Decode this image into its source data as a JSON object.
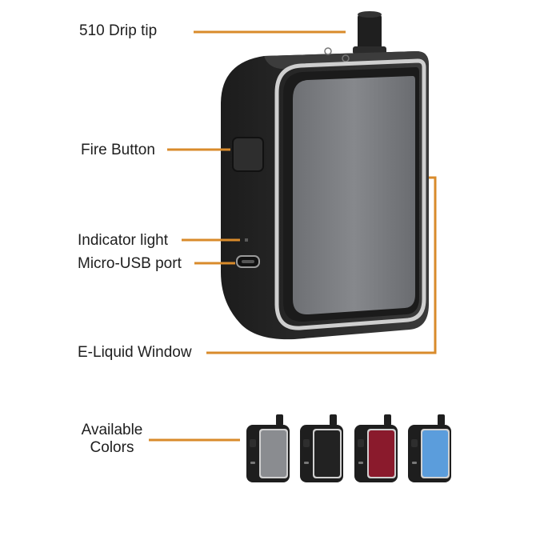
{
  "colors": {
    "accent_line": "#d98b2b",
    "body_dark": "#2a2a2a",
    "panel_grey": "#7a7b7e",
    "trim_silver": "#c9c9c9"
  },
  "callouts": {
    "drip_tip": "510 Drip tip",
    "fire_button": "Fire Button",
    "indicator_light": "Indicator light",
    "usb_port": "Micro-USB port",
    "eliquid_window": "E-Liquid Window",
    "available_colors": [
      "Available",
      "Colors"
    ]
  },
  "color_variants": [
    {
      "name": "gunmetal",
      "panel": "#8a8c90"
    },
    {
      "name": "black",
      "panel": "#222222"
    },
    {
      "name": "red",
      "panel": "#8a1a2c"
    },
    {
      "name": "blue",
      "panel": "#5b9ddc"
    }
  ]
}
